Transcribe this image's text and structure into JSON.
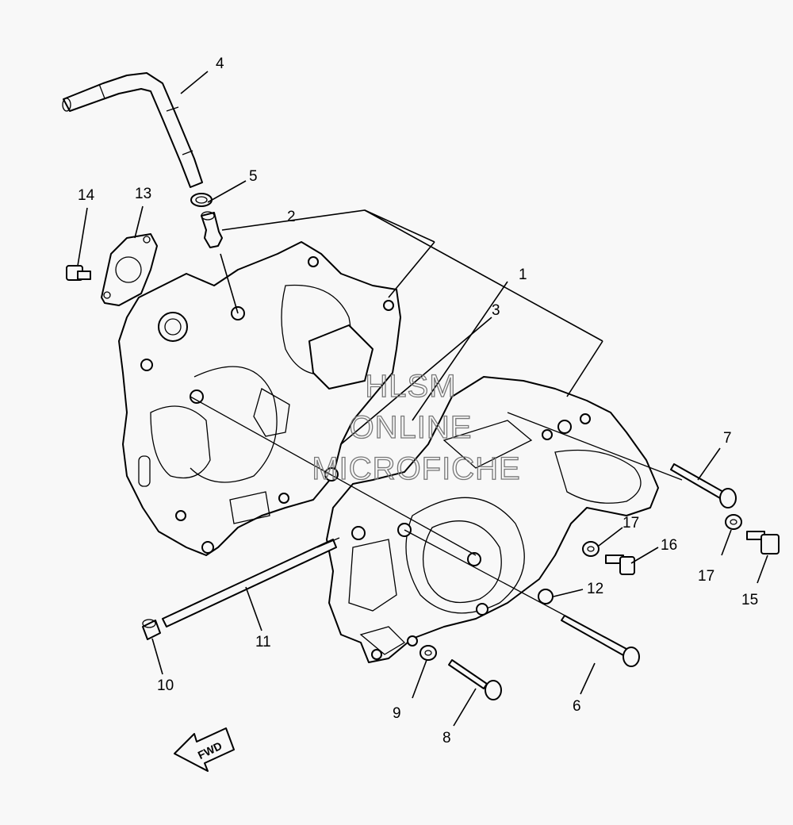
{
  "watermark": {
    "line1": "HLSM",
    "line2": "ONLINE",
    "line3": "MICROFICHE"
  },
  "fwd_label": "FWD",
  "callouts": [
    {
      "id": "c1",
      "text": "1"
    },
    {
      "id": "c2",
      "text": "2"
    },
    {
      "id": "c3",
      "text": "3"
    },
    {
      "id": "c4",
      "text": "4"
    },
    {
      "id": "c5",
      "text": "5"
    },
    {
      "id": "c6",
      "text": "6"
    },
    {
      "id": "c7",
      "text": "7"
    },
    {
      "id": "c8",
      "text": "8"
    },
    {
      "id": "c9",
      "text": "9"
    },
    {
      "id": "c10",
      "text": "10"
    },
    {
      "id": "c11",
      "text": "11"
    },
    {
      "id": "c12",
      "text": "12"
    },
    {
      "id": "c13",
      "text": "13"
    },
    {
      "id": "c14",
      "text": "14"
    },
    {
      "id": "c15",
      "text": "15"
    },
    {
      "id": "c16",
      "text": "16"
    },
    {
      "id": "c17a",
      "text": "17"
    },
    {
      "id": "c17b",
      "text": "17"
    }
  ]
}
